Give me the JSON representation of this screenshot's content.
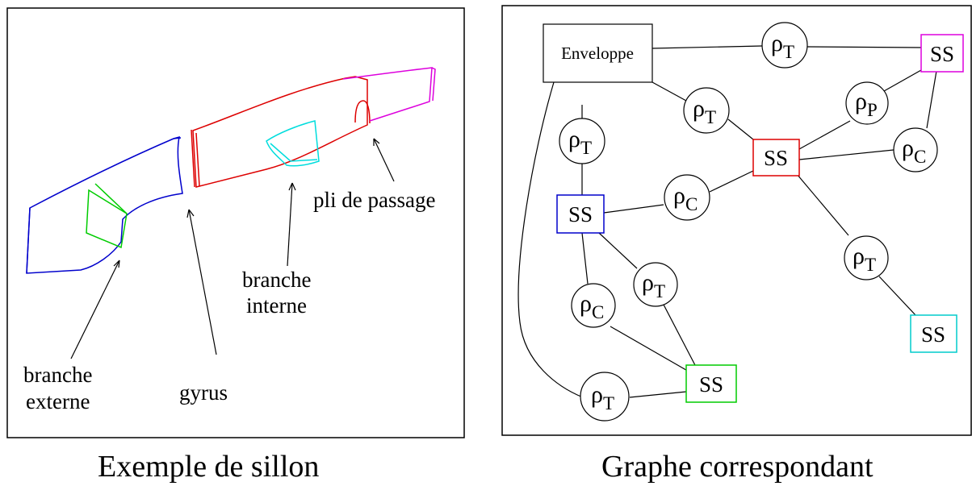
{
  "left_panel": {
    "caption": "Exemple de sillon",
    "labels": {
      "pli_de_passage": "pli de passage",
      "branche_interne_1": "branche",
      "branche_interne_2": "interne",
      "branche_externe_1": "branche",
      "branche_externe_2": "externe",
      "gyrus": "gyrus"
    },
    "colors": {
      "blue": "#0000cc",
      "green": "#00cc00",
      "red": "#dd0000",
      "cyan": "#00dddd",
      "magenta": "#dd00dd"
    }
  },
  "right_panel": {
    "caption": "Graphe correspondant",
    "envelope_label": "Enveloppe",
    "ss_label": "SS",
    "rho": "ρ",
    "subscripts": {
      "T": "T",
      "C": "C",
      "P": "P"
    },
    "ss_colors": {
      "magenta": "#dd00dd",
      "red": "#dd0000",
      "blue": "#0000cc",
      "green": "#00cc00",
      "cyan": "#00cccc"
    }
  }
}
